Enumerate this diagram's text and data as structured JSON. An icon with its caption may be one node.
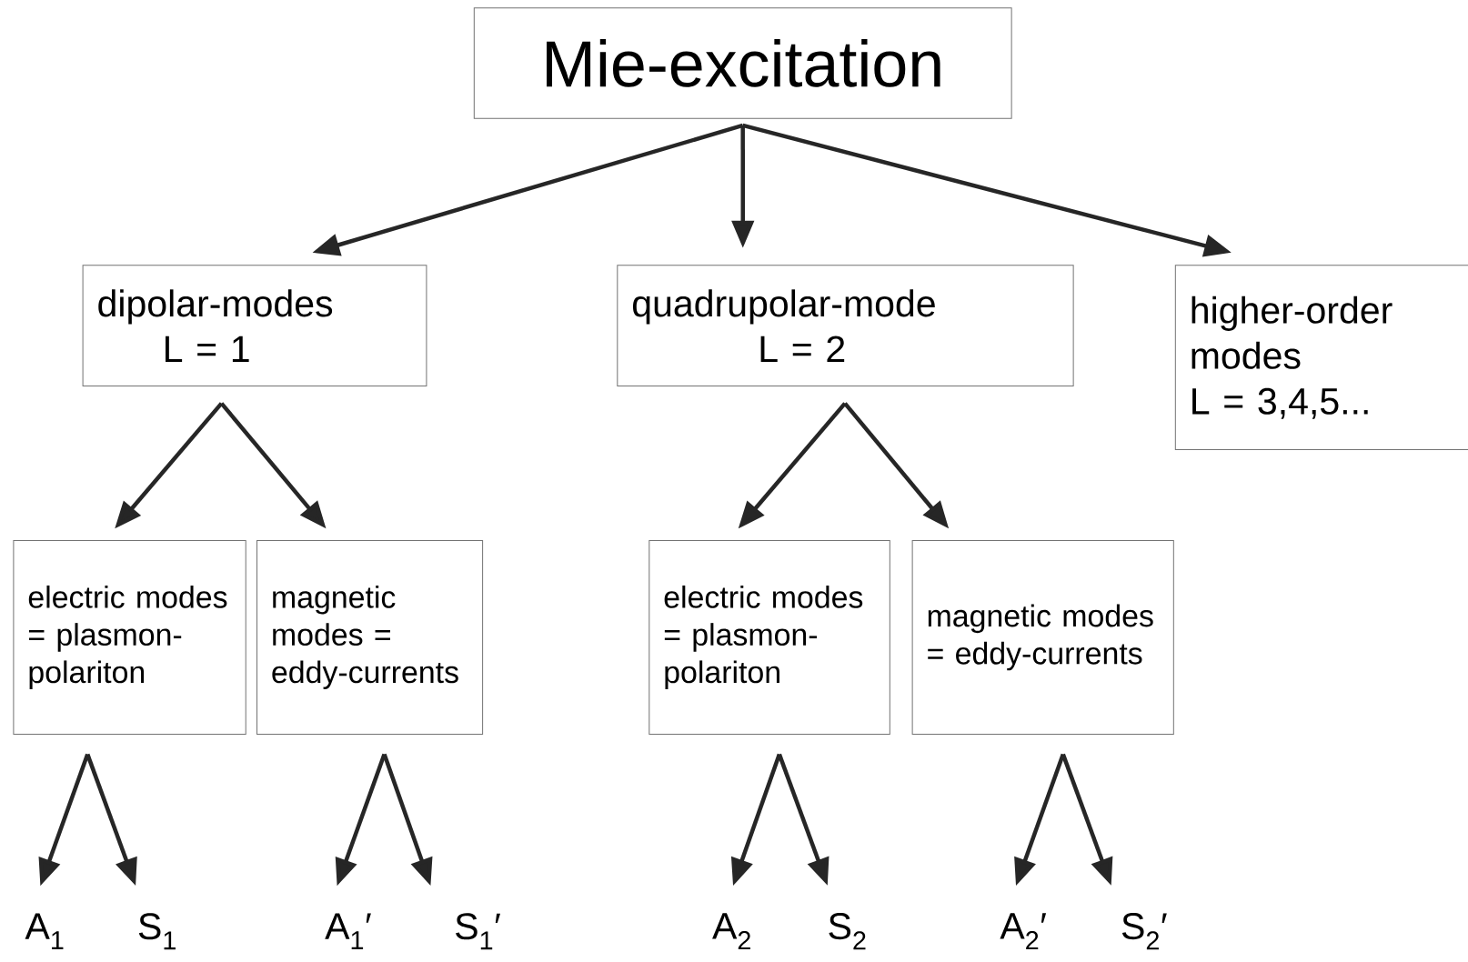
{
  "diagram": {
    "nodes": [
      {
        "text": [
          "Mie-excitation"
        ]
      },
      {
        "text": [
          "dipolar-modes",
          "L = 1"
        ]
      },
      {
        "text": [
          "quadrupolar-mode",
          "L = 2"
        ]
      },
      {
        "text": [
          "higher-order modes",
          "L = 3,4,5..."
        ]
      },
      {
        "text": [
          "electric modes = plasmon-polariton"
        ]
      },
      {
        "text": [
          "magnetic modes = eddy-currents"
        ]
      },
      {
        "text": [
          "electric modes = plasmon-polariton"
        ]
      },
      {
        "text": [
          "magnetic modes = eddy-currents"
        ]
      },
      {
        "text": [
          "A$_{1}$"
        ]
      },
      {
        "text": [
          "S$_{1}$"
        ]
      },
      {
        "text": [
          "A$_{1}$′"
        ]
      },
      {
        "text": [
          "S$_{1}$′"
        ]
      },
      {
        "text": [
          "A$_{2}$"
        ]
      },
      {
        "text": [
          "S$_{2}$"
        ]
      },
      {
        "text": [
          "A$_{2}$′"
        ]
      },
      {
        "text": [
          "S$_{2}$′"
        ]
      }
    ],
    "edges": [
      {
        "from": 0,
        "to": 1,
        "arrow": "to"
      },
      {
        "from": 0,
        "to": 2,
        "arrow": "to"
      },
      {
        "from": 0,
        "to": 3,
        "arrow": "to"
      },
      {
        "from": 1,
        "to": 4,
        "arrow": "to"
      },
      {
        "from": 1,
        "to": 5,
        "arrow": "to"
      },
      {
        "from": 2,
        "to": 6,
        "arrow": "to"
      },
      {
        "from": 2,
        "to": 7,
        "arrow": "to"
      },
      {
        "from": 4,
        "to": 8,
        "arrow": "to"
      },
      {
        "from": 4,
        "to": 9,
        "arrow": "to"
      },
      {
        "from": 5,
        "to": 10,
        "arrow": "to"
      },
      {
        "from": 5,
        "to": 11,
        "arrow": "to"
      },
      {
        "from": 6,
        "to": 12,
        "arrow": "to"
      },
      {
        "from": 6,
        "to": 13,
        "arrow": "to"
      },
      {
        "from": 7,
        "to": 14,
        "arrow": "to"
      },
      {
        "from": 7,
        "to": 15,
        "arrow": "to"
      }
    ]
  }
}
